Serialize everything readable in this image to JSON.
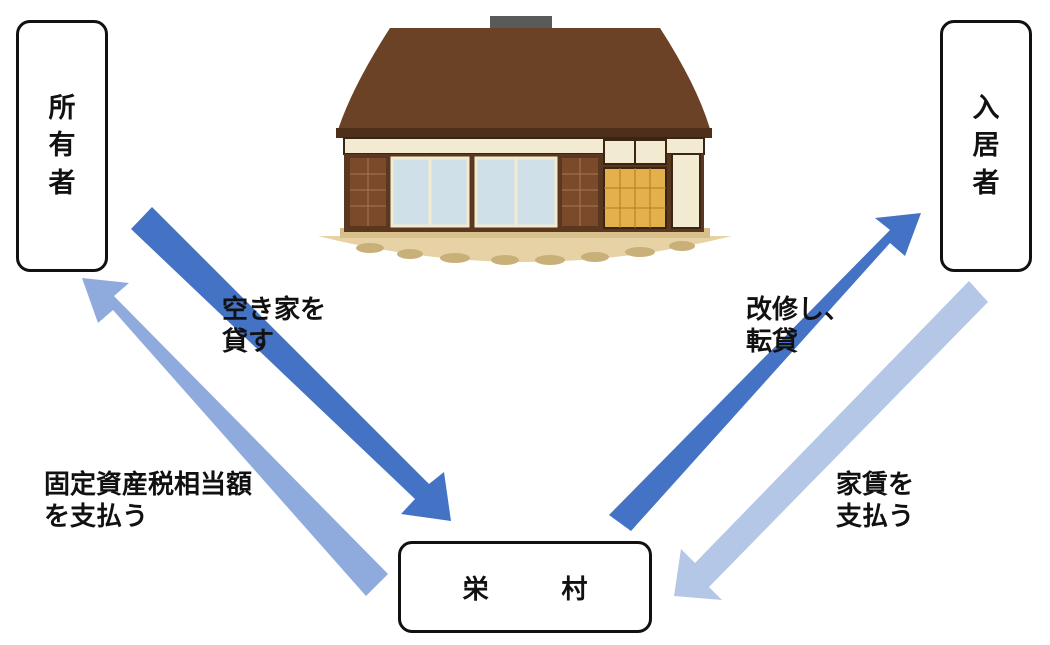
{
  "nodes": {
    "owner": {
      "label": "所有者",
      "chars": [
        "所",
        "有",
        "者"
      ]
    },
    "resident": {
      "label": "入居者",
      "chars": [
        "入",
        "居",
        "者"
      ]
    },
    "village": {
      "label": "栄　村"
    }
  },
  "edges": {
    "lend_vacant_house": {
      "lines": [
        "空き家を",
        "貸す"
      ]
    },
    "renovate_sublet": {
      "lines": [
        "改修し、",
        "転貸"
      ]
    },
    "pay_property_tax": {
      "lines": [
        "固定資産税相当額",
        "を支払う"
      ]
    },
    "pay_rent": {
      "lines": [
        "家賃を",
        "支払う"
      ]
    }
  },
  "colors": {
    "arrow_dark": "#4472C4",
    "arrow_mid": "#8FAADC",
    "arrow_light": "#B4C7E7",
    "roof": "#6B4226",
    "border": "#111111"
  }
}
